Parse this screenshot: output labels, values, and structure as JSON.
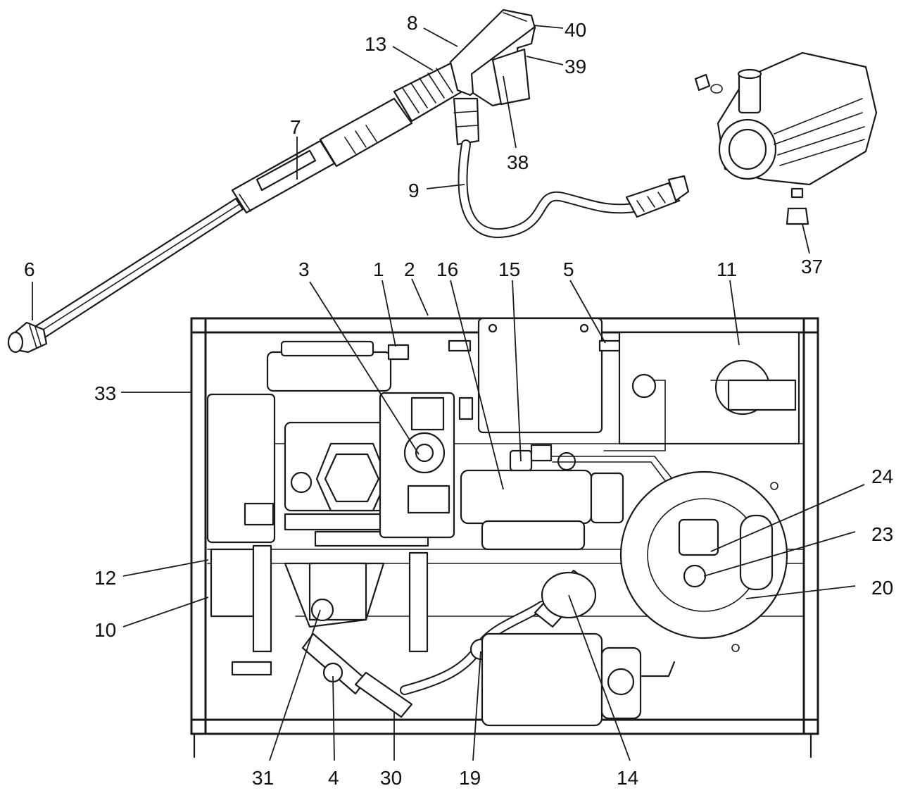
{
  "callouts": [
    {
      "id": "8",
      "label": "8"
    },
    {
      "id": "40",
      "label": "40"
    },
    {
      "id": "13",
      "label": "13"
    },
    {
      "id": "39",
      "label": "39"
    },
    {
      "id": "7",
      "label": "7"
    },
    {
      "id": "38",
      "label": "38"
    },
    {
      "id": "9",
      "label": "9"
    },
    {
      "id": "6",
      "label": "6"
    },
    {
      "id": "37",
      "label": "37"
    },
    {
      "id": "3",
      "label": "3"
    },
    {
      "id": "1",
      "label": "1"
    },
    {
      "id": "2",
      "label": "2"
    },
    {
      "id": "16",
      "label": "16"
    },
    {
      "id": "15",
      "label": "15"
    },
    {
      "id": "5",
      "label": "5"
    },
    {
      "id": "11",
      "label": "11"
    },
    {
      "id": "33",
      "label": "33"
    },
    {
      "id": "24",
      "label": "24"
    },
    {
      "id": "23",
      "label": "23"
    },
    {
      "id": "20",
      "label": "20"
    },
    {
      "id": "12",
      "label": "12"
    },
    {
      "id": "10",
      "label": "10"
    },
    {
      "id": "31",
      "label": "31"
    },
    {
      "id": "4",
      "label": "4"
    },
    {
      "id": "30",
      "label": "30"
    },
    {
      "id": "19",
      "label": "19"
    },
    {
      "id": "14",
      "label": "14"
    }
  ]
}
